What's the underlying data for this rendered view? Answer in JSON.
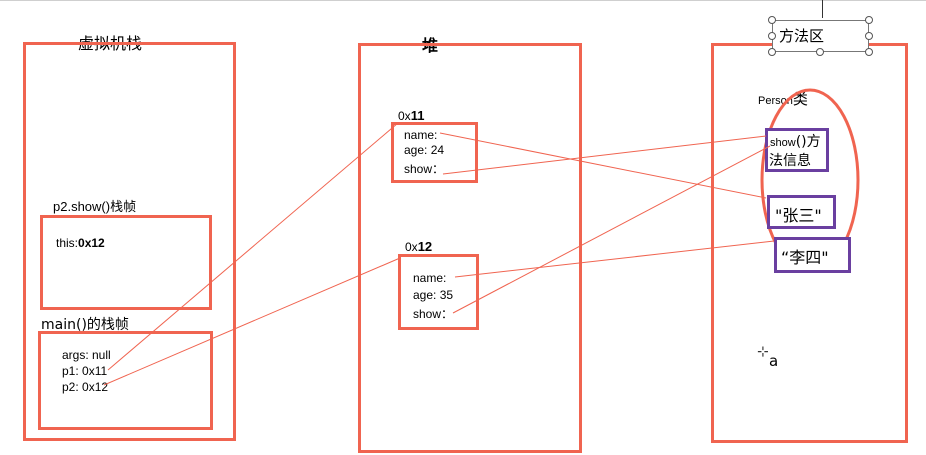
{
  "stack": {
    "title": "虚拟机栈",
    "show_frame": {
      "title": "p2.show()栈帧",
      "this_prefix": "this:",
      "this_value": "0x12"
    },
    "main_frame": {
      "title": "main()的栈帧",
      "args": "args:  null",
      "p1": "p1: 0x11",
      "p2": "p2: 0x12"
    }
  },
  "heap": {
    "title": "堆",
    "obj1": {
      "addr_prefix": "0x",
      "addr_num": "11",
      "name": "name:",
      "age": "age: 24",
      "show": "show："
    },
    "obj2": {
      "addr_prefix": "0x",
      "addr_num": "12",
      "name": "name:",
      "age": "age: 35",
      "show": "show："
    }
  },
  "method_area": {
    "title": "方法区",
    "class_label_prefix": "Person",
    "class_label_suffix": "类",
    "show_info_line1_a": "show",
    "show_info_line1_b": "()方",
    "show_info_line2": "法信息",
    "str1": "\"张三\"",
    "str2": "“李四\"",
    "cursor_label": "a"
  },
  "colors": {
    "red": "#f06450",
    "purple": "#6a3fa0"
  }
}
